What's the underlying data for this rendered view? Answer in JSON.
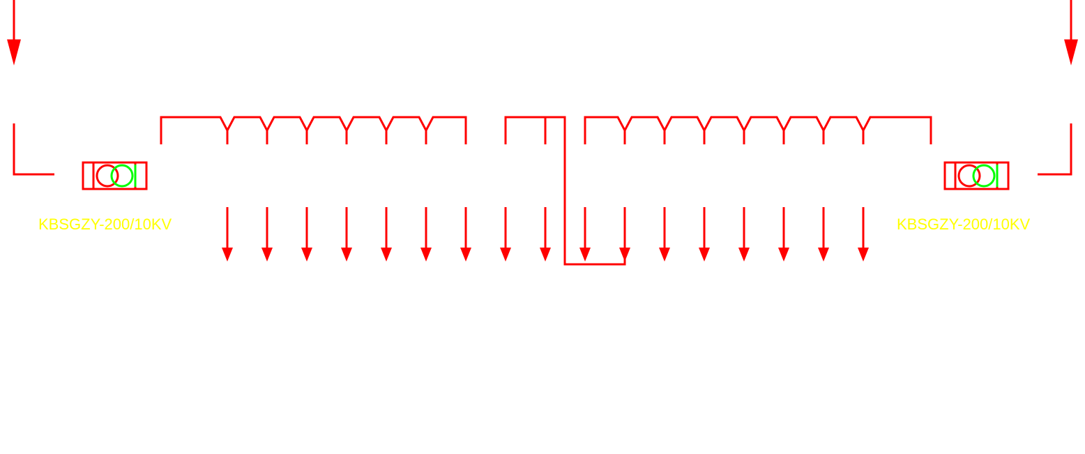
{
  "colors": {
    "line": "#ff0000",
    "breaker_closed": "#ff0000",
    "breaker_open": "#00ff00",
    "label": "#ffff00",
    "background": "#ffffff"
  },
  "transformers": [
    {
      "id": "left",
      "model": "KBSGZY-200/10KV"
    },
    {
      "id": "right",
      "model": "KBSGZY-200/10KV"
    }
  ],
  "feeders": {
    "count": 17
  }
}
